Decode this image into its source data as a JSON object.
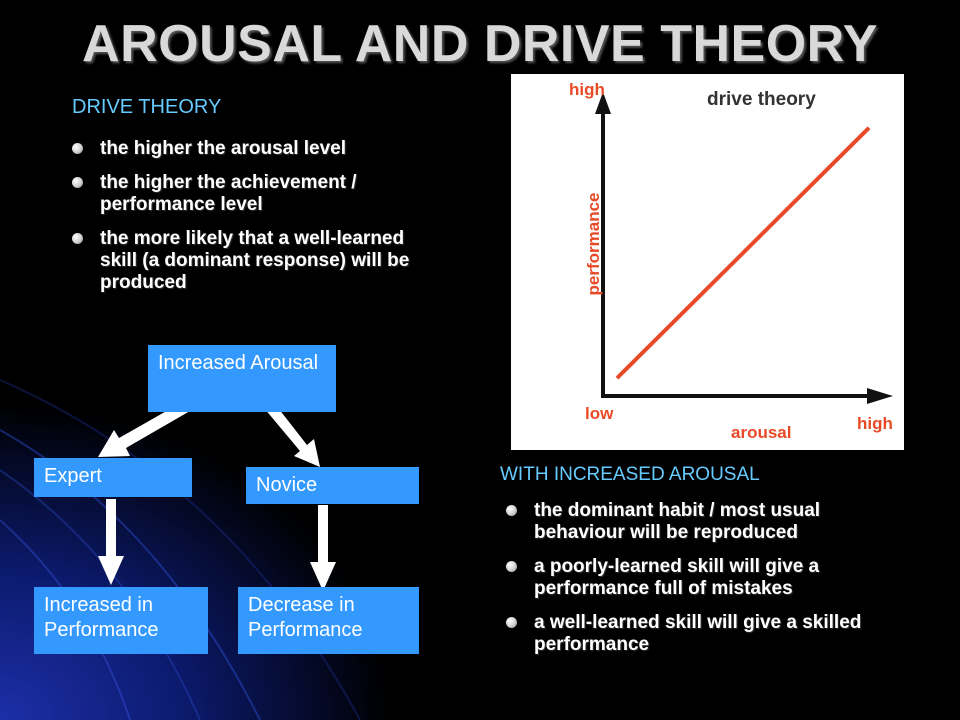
{
  "title": "AROUSAL AND DRIVE THEORY",
  "drive_theory": {
    "heading": "DRIVE THEORY",
    "bullets": [
      "the higher the arousal level",
      "the higher the achievement / performance level",
      "the more likely that a well-learned skill (a dominant response) will be produced"
    ]
  },
  "increased_arousal": {
    "heading": "WITH INCREASED AROUSAL",
    "bullets": [
      "the dominant habit / most usual behaviour will be reproduced",
      "a poorly-learned skill will give a performance full of mistakes",
      "a well-learned skill will give a skilled performance"
    ]
  },
  "flow": {
    "top": "Increased Arousal",
    "left": "Expert",
    "right": "Novice",
    "left_result": "Increased in Performance",
    "right_result": "Decrease in Performance"
  },
  "chart_data": {
    "type": "line",
    "title": "drive theory",
    "xlabel": "arousal",
    "ylabel": "performance",
    "x_low_label": "low",
    "x_high_label": "high",
    "y_high_label": "high",
    "x": [
      0.05,
      0.95
    ],
    "y": [
      0.06,
      0.9
    ],
    "xlim": [
      0,
      1
    ],
    "ylim": [
      0,
      1
    ],
    "grid": false,
    "colors": {
      "line": "#e84a27",
      "labels": "#e84a27",
      "axes": "#111111",
      "title": "#333333"
    }
  }
}
